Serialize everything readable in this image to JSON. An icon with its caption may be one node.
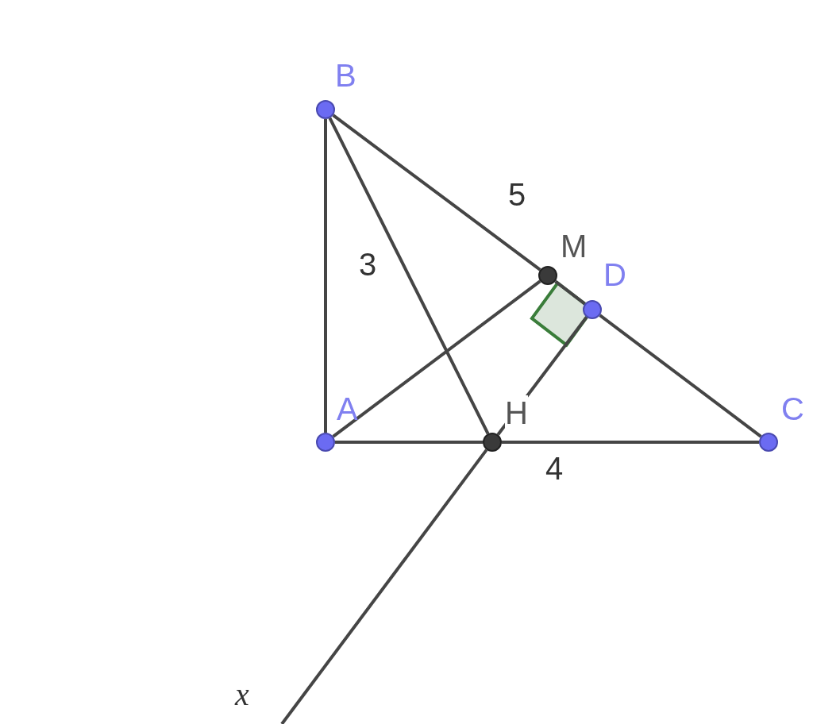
{
  "diagram": {
    "nodes": [
      {
        "text": [
          "B"
        ]
      },
      {
        "text": [
          "M"
        ]
      },
      {
        "text": [
          "D"
        ]
      },
      {
        "text": [
          "A"
        ]
      },
      {
        "text": [
          "H"
        ]
      },
      {
        "text": [
          "C"
        ]
      }
    ],
    "edges": [
      {
        "from": 0,
        "to": 3,
        "arrow": "none"
      },
      {
        "from": 0,
        "to": 1,
        "arrow": "none"
      },
      {
        "from": 1,
        "to": 2,
        "arrow": "none"
      },
      {
        "from": 2,
        "to": 5,
        "arrow": "none"
      },
      {
        "from": 0,
        "to": 4,
        "arrow": "none"
      },
      {
        "from": 3,
        "to": 1,
        "arrow": "none"
      },
      {
        "from": 3,
        "to": 4,
        "arrow": "none"
      },
      {
        "from": 4,
        "to": 5,
        "arrow": "none"
      },
      {
        "from": 2,
        "to": 4,
        "arrow": "none"
      },
      {
        "from": 4,
        "to": null,
        "arrow": "none"
      }
    ],
    "labels": [
      "5",
      "3",
      "4",
      "x"
    ]
  }
}
